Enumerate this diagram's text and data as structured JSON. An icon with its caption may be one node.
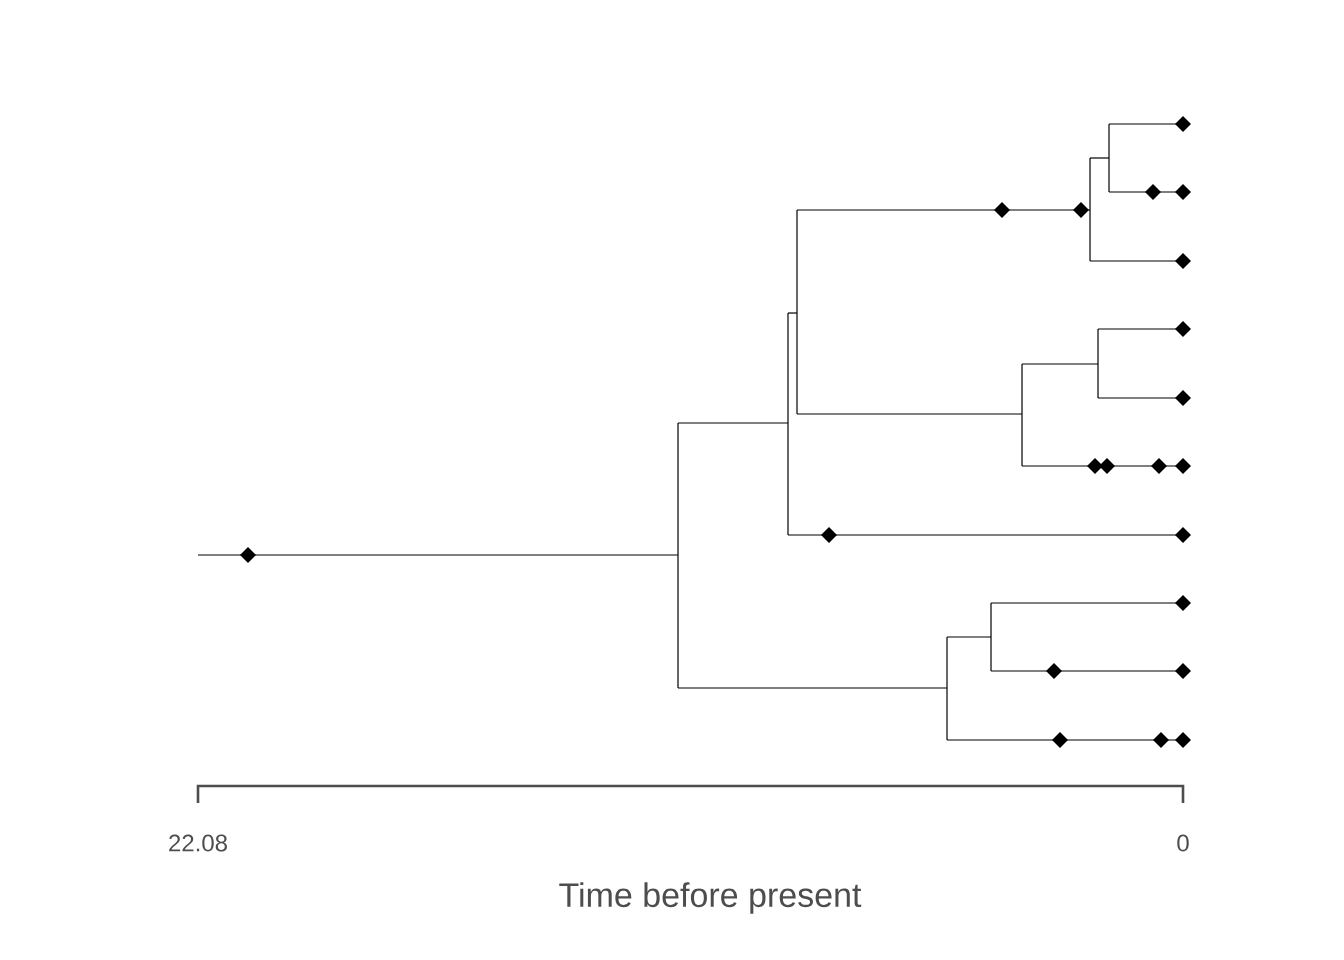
{
  "diagram": {
    "labels": [
      "22.08",
      "0",
      "Time before present"
    ]
  }
}
